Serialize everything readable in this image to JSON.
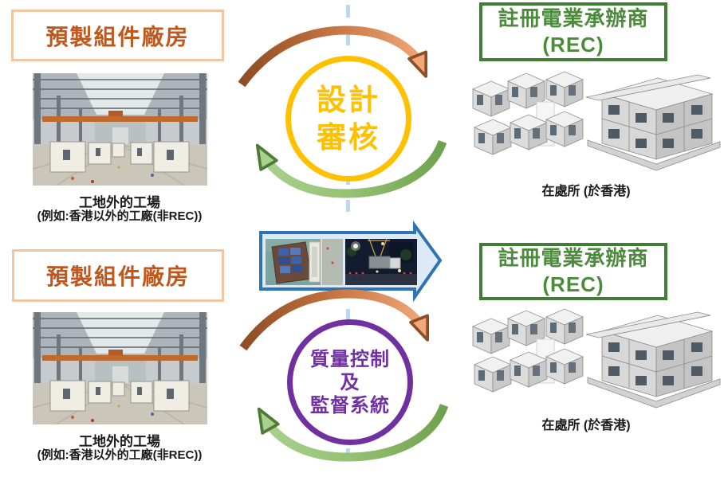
{
  "title": "MiC electrical work flow diagram",
  "colors": {
    "orange_text": "#C1571B",
    "orange_box_border": "#F3C6A1",
    "green_text": "#4C8A3C",
    "green_box_border": "#417E35",
    "yellow_cycle": "#FFC000",
    "purple_cycle": "#7030A0",
    "blue_arrow_border": "#2E74B5",
    "blue_arrow_fill": "#DCE9F6",
    "dashed_line": "#BDD7EE",
    "arrow_orange_fill": "#F2A879",
    "arrow_orange_outline": "#8E4D24",
    "arrow_green_fill": "#A9D18E",
    "arrow_green_outline": "#4E7A34"
  },
  "images": {
    "factory": "factory-interior-photo",
    "modules": "modular-units-3d-render",
    "barge": "barge-container-shipping-photo",
    "night": "night-truck-module-transport-photo"
  },
  "top": {
    "factory": {
      "title": "預製組件廠房",
      "caption1": "工地外的工場",
      "caption2": "(例如:香港以外的工廠(非REC))"
    },
    "cycle": {
      "line1": "設計",
      "line2": "審核"
    },
    "rec": {
      "title": "註冊電業承辦商",
      "subtitle": "(REC)",
      "caption": "在處所 (於香港)"
    }
  },
  "bottom": {
    "factory": {
      "title": "預製組件廠房",
      "caption1": "工地外的工場",
      "caption2": "(例如:香港以外的工廠(非REC))"
    },
    "cycle": {
      "line1": "質量控制",
      "line2": "及",
      "line3": "監督系統"
    },
    "rec": {
      "title": "註冊電業承辦商",
      "subtitle": "(REC)",
      "caption": "在處所 (於香港)"
    }
  }
}
